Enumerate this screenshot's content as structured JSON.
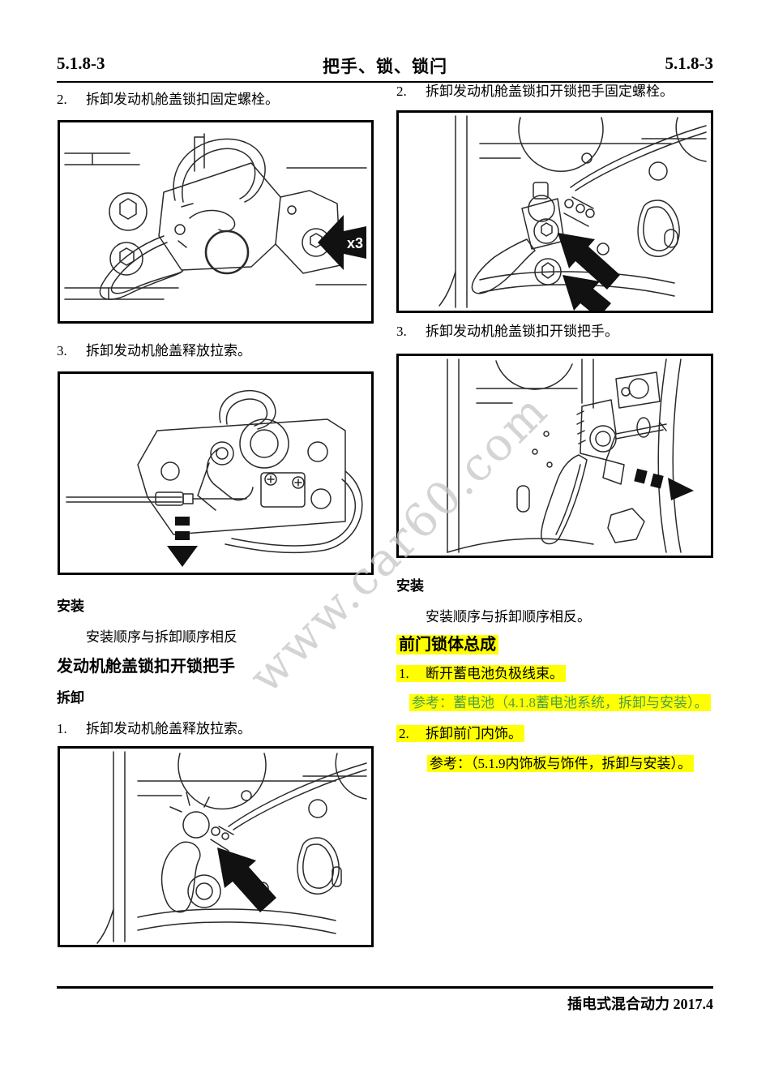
{
  "header": {
    "page_number_left": "5.1.8-3",
    "title": "把手、锁、锁闩",
    "page_number_right": "5.1.8-3"
  },
  "footer": {
    "edition": "插电式混合动力 2017.4"
  },
  "watermark": {
    "text": "www.car60.com"
  },
  "left_column": {
    "step_2": {
      "number": "2.",
      "text": "拆卸发动机舱盖锁扣固定螺栓。"
    },
    "figure_hood_latch_bolts": {
      "callout": "x3"
    },
    "step_3": {
      "number": "3.",
      "text": "拆卸发动机舱盖释放拉索。"
    },
    "install_heading": "安装",
    "install_note": "安装顺序与拆卸顺序相反",
    "section_heading": "发动机舱盖锁扣开锁把手",
    "removal_heading": "拆卸",
    "step_1": {
      "number": "1.",
      "text": "拆卸发动机舱盖释放拉索。"
    }
  },
  "right_column": {
    "step_2": {
      "number": "2.",
      "text": "拆卸发动机舱盖锁扣开锁把手固定螺栓。"
    },
    "step_3": {
      "number": "3.",
      "text": "拆卸发动机舱盖锁扣开锁把手。"
    },
    "install_heading": "安装",
    "install_note": "安装顺序与拆卸顺序相反。",
    "section_heading": "前门锁体总成",
    "step_1": {
      "number": "1.",
      "text": "断开蓄电池负极线束。"
    },
    "reference_1": "参考：蓄电池（4.1.8蓄电池系统，拆卸与安装）。",
    "step_2b": {
      "number": "2.",
      "text": "拆卸前门内饰。"
    },
    "reference_2": "参考：（5.1.9内饰板与饰件，拆卸与安装）。"
  },
  "colors": {
    "highlight_yellow": "#ffff00",
    "reference_green": "#4f9e48",
    "body_text": "#000000",
    "watermark_gray": "#c6c6c6"
  }
}
